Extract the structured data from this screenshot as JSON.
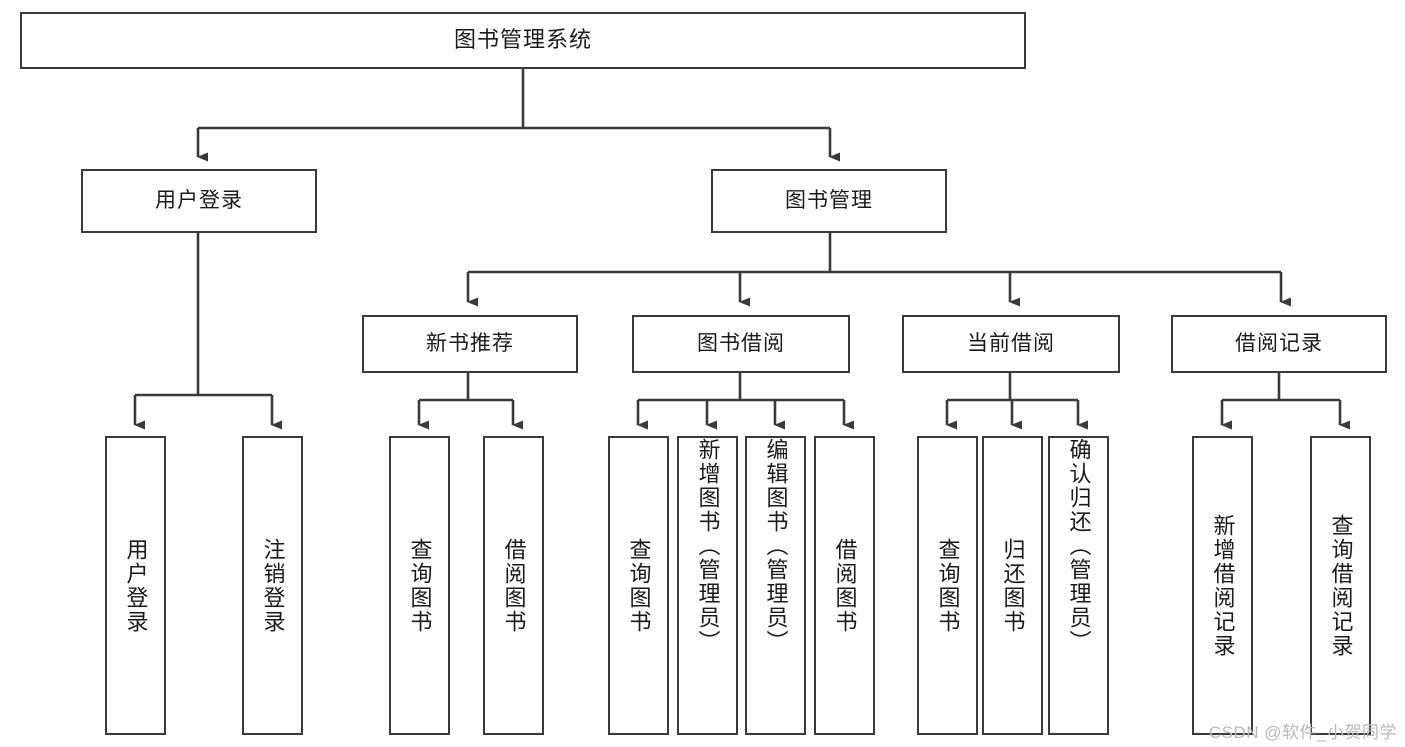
{
  "diagram": {
    "title": "图书管理系统",
    "type": "hierarchy-tree",
    "line_color": "#3a3a3a",
    "box_fill": "#ffffff",
    "text_color": "#1a1a1a",
    "root": {
      "label": "图书管理系统"
    },
    "level2": [
      {
        "label": "用户登录"
      },
      {
        "label": "图书管理"
      }
    ],
    "level3": [
      {
        "label": "新书推荐"
      },
      {
        "label": "图书借阅"
      },
      {
        "label": "当前借阅"
      },
      {
        "label": "借阅记录"
      }
    ],
    "leaves": {
      "user_login": [
        {
          "label": "用户登录"
        },
        {
          "label": "注销登录"
        }
      ],
      "new_book_recommend": [
        {
          "label": "查询图书"
        },
        {
          "label": "借阅图书"
        }
      ],
      "book_borrow": [
        {
          "label": "查询图书"
        },
        {
          "label": "新增图书（管理员）"
        },
        {
          "label": "编辑图书（管理员）"
        },
        {
          "label": "借阅图书"
        }
      ],
      "current_borrow": [
        {
          "label": "查询图书"
        },
        {
          "label": "归还图书"
        },
        {
          "label": "确认归还（管理员）"
        }
      ],
      "borrow_record": [
        {
          "label": "新增借阅记录"
        },
        {
          "label": "查询借阅记录"
        }
      ]
    }
  },
  "watermark": {
    "text": "CSDN @软件_小贺同学"
  }
}
